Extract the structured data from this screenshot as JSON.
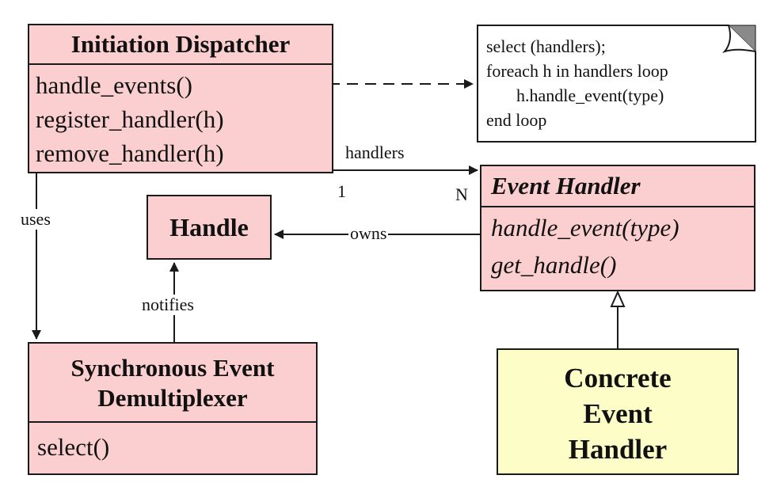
{
  "dispatcher": {
    "title": "Initiation Dispatcher",
    "operations": [
      "handle_events()",
      "register_handler(h)",
      "remove_handler(h)"
    ]
  },
  "handle": {
    "title": "Handle"
  },
  "event_handler": {
    "title": "Event Handler",
    "operations": [
      "handle_event(type)",
      "get_handle()"
    ]
  },
  "demultiplexer": {
    "title_lines": [
      "Synchronous Event",
      "Demultiplexer"
    ],
    "operations": [
      "select()"
    ]
  },
  "concrete_handler": {
    "title_lines": [
      "Concrete",
      "Event",
      "Handler"
    ]
  },
  "note": {
    "lines": [
      "select (handlers);",
      "foreach h in handlers loop",
      "h.handle_event(type)",
      "end loop"
    ]
  },
  "connectors": {
    "handlers": "handlers",
    "mult_one": "1",
    "mult_many": "N",
    "uses": "uses",
    "owns": "owns",
    "notifies": "notifies"
  },
  "colors": {
    "class_fill": "#fbcfcf",
    "concrete_fill": "#fdfdc8",
    "note_fill": "#ffffff",
    "line": "#1a1a1a"
  }
}
